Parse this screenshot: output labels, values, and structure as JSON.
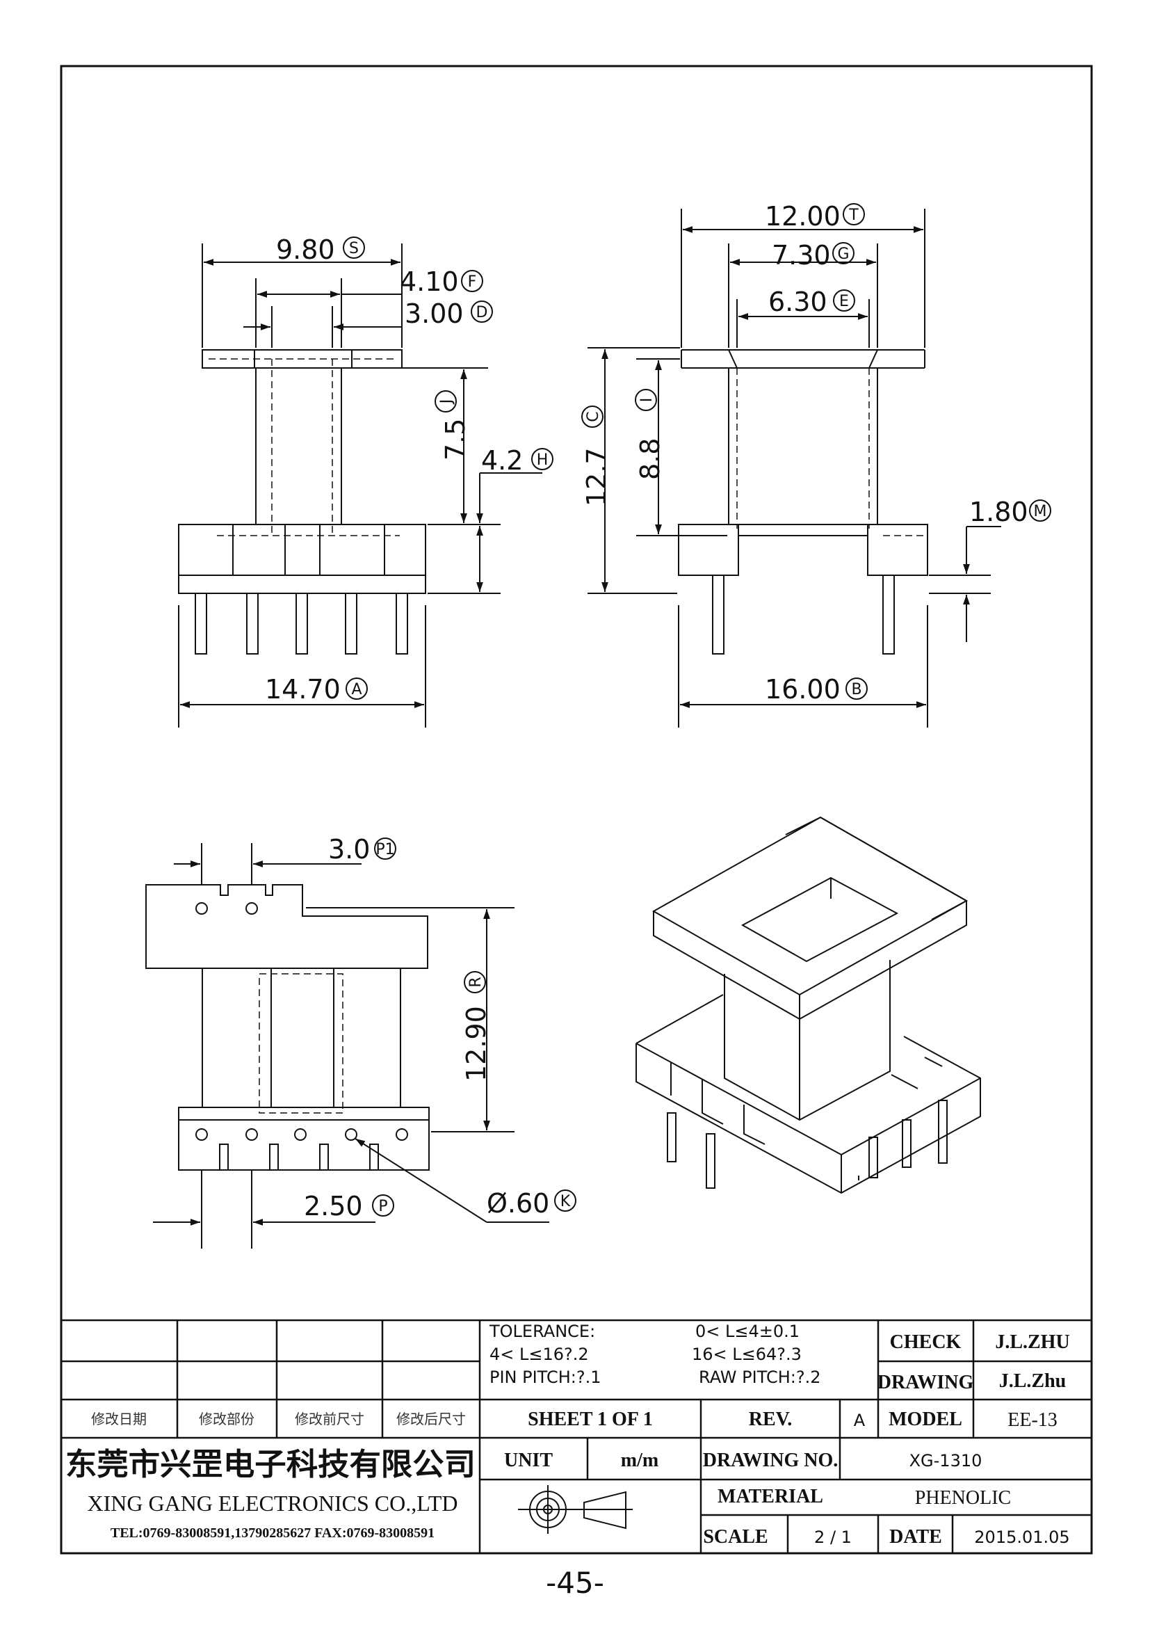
{
  "dims": {
    "A": {
      "value": "14.70",
      "tag": "A"
    },
    "B": {
      "value": "16.00",
      "tag": "B"
    },
    "C": {
      "value": "12.7",
      "tag": "C"
    },
    "D": {
      "value": "3.00",
      "tag": "D"
    },
    "E": {
      "value": "6.30",
      "tag": "E"
    },
    "F": {
      "value": "4.10",
      "tag": "F"
    },
    "G": {
      "value": "7.30",
      "tag": "G"
    },
    "H": {
      "value": "4.2",
      "tag": "H"
    },
    "I": {
      "value": "8.8",
      "tag": "I"
    },
    "J": {
      "value": "7.5",
      "tag": "J"
    },
    "K": {
      "value": "Ø.60",
      "tag": "K"
    },
    "M": {
      "value": "1.80",
      "tag": "M"
    },
    "P": {
      "value": "2.50",
      "tag": "P"
    },
    "P1": {
      "value": "3.0",
      "tag": "P1"
    },
    "R": {
      "value": "12.90",
      "tag": "R"
    },
    "S": {
      "value": "9.80",
      "tag": "S"
    },
    "T": {
      "value": "12.00",
      "tag": "T"
    }
  },
  "tolerance": {
    "label": "TOLERANCE:",
    "range1": "0< L≤4±0.1",
    "range2": "4< L≤16?.2",
    "range3": "16< L≤64?.3",
    "pin_pitch": "PIN PITCH:?.1",
    "raw_pitch": "RAW PITCH:?.2"
  },
  "revision_headers": [
    "修改日期",
    "修改部份",
    "修改前尺寸",
    "修改后尺寸"
  ],
  "title_block": {
    "check_label": "CHECK",
    "check_value": "J.L.ZHU",
    "drawing_label": "DRAWING",
    "drawing_value": "J.L.Zhu",
    "sheet": "SHEET 1 OF 1",
    "rev_label": "REV.",
    "rev_value": "A",
    "model_label": "MODEL",
    "model_value": "EE-13",
    "unit_label": "UNIT",
    "unit_value": "m/m",
    "drawing_no_label": "DRAWING NO.",
    "drawing_no_value": "XG-1310",
    "material_label": "MATERIAL",
    "material_value": "PHENOLIC",
    "scale_label": "SCALE",
    "scale_value": "2 / 1",
    "date_label": "DATE",
    "date_value": "2015.01.05"
  },
  "company": {
    "name_cn": "东莞市兴罡电子科技有限公司",
    "name_en": "XING GANG ELECTRONICS CO.,LTD",
    "contact": "TEL:0769-83008591,13790285627 FAX:0769-83008591"
  },
  "page_number": "-45-"
}
